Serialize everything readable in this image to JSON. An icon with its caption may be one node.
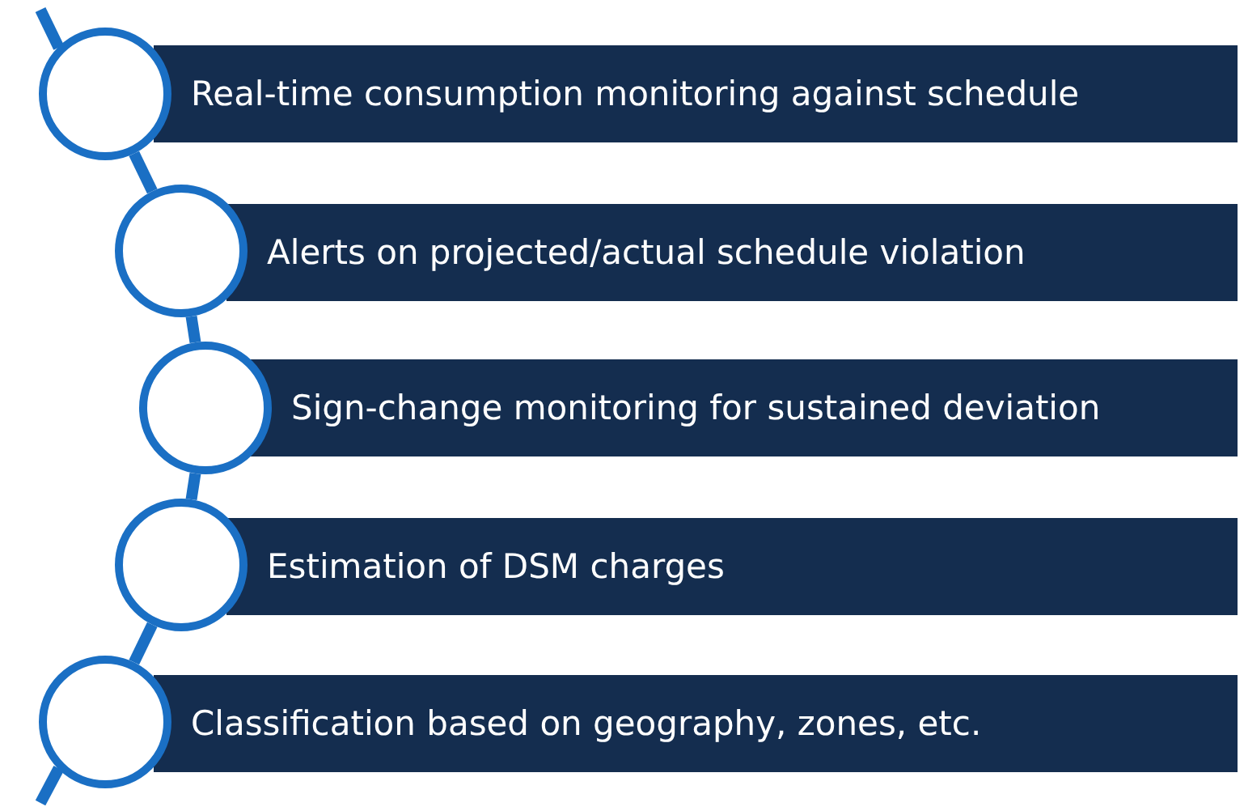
{
  "diagram": {
    "nodes": [
      {
        "text": [],
        "shape": "circle"
      },
      {
        "text": [
          "Real-time consumption monitoring against schedule"
        ]
      },
      {
        "text": [],
        "shape": "circle"
      },
      {
        "text": [
          "Alerts on projected/actual schedule violation"
        ]
      },
      {
        "text": [],
        "shape": "circle"
      },
      {
        "text": [
          "Sign-change monitoring for sustained deviation"
        ]
      },
      {
        "text": [],
        "shape": "circle"
      },
      {
        "text": [
          "Estimation of DSM charges"
        ]
      },
      {
        "text": [],
        "shape": "circle"
      },
      {
        "text": [
          "Classification based on geography, zones, etc."
        ]
      }
    ],
    "edges": [
      {
        "from": 0,
        "to": 2,
        "arrow": "none"
      },
      {
        "from": 2,
        "to": 4,
        "arrow": "none"
      },
      {
        "from": 4,
        "to": 6,
        "arrow": "none"
      },
      {
        "from": 6,
        "to": 8,
        "arrow": "none"
      }
    ]
  }
}
